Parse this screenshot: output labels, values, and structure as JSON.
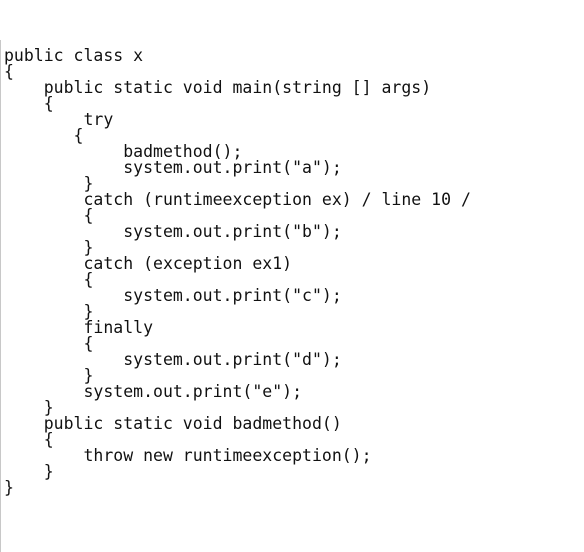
{
  "code_lines": [
    "public class x",
    "{",
    "    public static void main(string [] args)",
    "    {",
    "        try",
    "       {",
    "            badmethod();",
    "            system.out.print(\"a\");",
    "        }",
    "        catch (runtimeexception ex) / line 10 /",
    "        {",
    "            system.out.print(\"b\");",
    "        }",
    "        catch (exception ex1)",
    "        {",
    "            system.out.print(\"c\");",
    "        }",
    "        finally",
    "        {",
    "            system.out.print(\"d\");",
    "        }",
    "        system.out.print(\"e\");",
    "    }",
    "    public static void badmethod()",
    "    {",
    "        throw new runtimeexception();",
    "    }",
    "}"
  ]
}
